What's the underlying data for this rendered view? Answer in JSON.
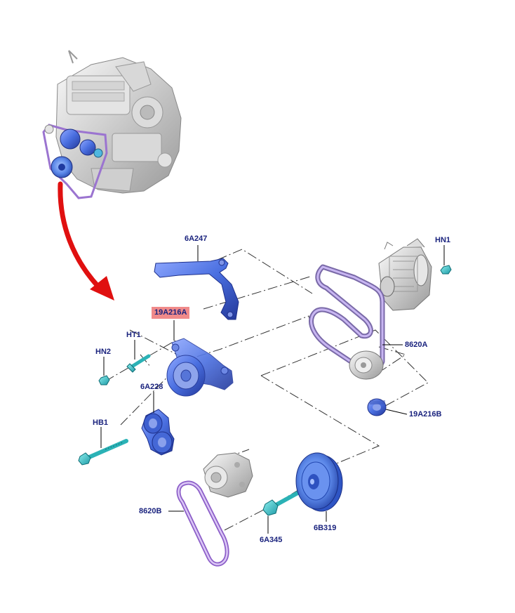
{
  "diagram": {
    "labels": {
      "bracket": "6A247",
      "nut_hn1": "HN1",
      "tensioner": "19A216A",
      "bolt_ht1": "HT1",
      "nut_hn2": "HN2",
      "belt_main": "8620A",
      "tensioner_assy": "6A228",
      "idler": "19A216B",
      "bolt_hb1": "HB1",
      "belt_aux": "8620B",
      "crank_bolt": "6A345",
      "crank_pulley": "6B319"
    },
    "highlighted_label": "tensioner",
    "colors": {
      "label_text": "#1a237e",
      "highlight_bg": "#f08a8a",
      "part_blue": "#4a6fe0",
      "bolt_cyan": "#3fc8c8",
      "belt_purple": "#b48ad8",
      "arrow_red": "#e01010",
      "engine_gray": "#c8c8c8"
    }
  }
}
